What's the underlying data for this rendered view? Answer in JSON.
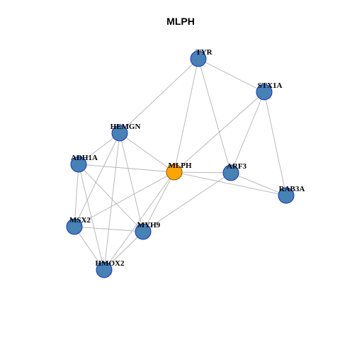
{
  "title": "MLPH",
  "colors": {
    "node_fill": "#4682B4",
    "node_stroke": "#1C2FCC",
    "center_fill": "#FFA500",
    "center_stroke": "#8B5A00",
    "edge": "#B3B3B3"
  },
  "nodes": [
    {
      "id": "TYR",
      "label": "TYR",
      "center": false
    },
    {
      "id": "STX1A",
      "label": "STX1A",
      "center": false
    },
    {
      "id": "HEMGN",
      "label": "HEMGN",
      "center": false
    },
    {
      "id": "ADH1A",
      "label": "ADH1A",
      "center": false
    },
    {
      "id": "MLPH",
      "label": "MLPH",
      "center": true
    },
    {
      "id": "ARF3",
      "label": "ARF3",
      "center": false
    },
    {
      "id": "RAB3A",
      "label": "RAB3A",
      "center": false
    },
    {
      "id": "MSX2",
      "label": "MSX2",
      "center": false
    },
    {
      "id": "MYH9",
      "label": "MYH9",
      "center": false
    },
    {
      "id": "HMOX2",
      "label": "HMOX2",
      "center": false
    }
  ],
  "edges": [
    [
      "TYR",
      "STX1A"
    ],
    [
      "TYR",
      "HEMGN"
    ],
    [
      "TYR",
      "MLPH"
    ],
    [
      "TYR",
      "ARF3"
    ],
    [
      "STX1A",
      "MLPH"
    ],
    [
      "STX1A",
      "ARF3"
    ],
    [
      "STX1A",
      "RAB3A"
    ],
    [
      "HEMGN",
      "ADH1A"
    ],
    [
      "HEMGN",
      "MLPH"
    ],
    [
      "HEMGN",
      "MSX2"
    ],
    [
      "HEMGN",
      "MYH9"
    ],
    [
      "HEMGN",
      "HMOX2"
    ],
    [
      "ADH1A",
      "MLPH"
    ],
    [
      "ADH1A",
      "MSX2"
    ],
    [
      "ADH1A",
      "MYH9"
    ],
    [
      "ADH1A",
      "HMOX2"
    ],
    [
      "MLPH",
      "ARF3"
    ],
    [
      "MLPH",
      "RAB3A"
    ],
    [
      "MLPH",
      "MSX2"
    ],
    [
      "MLPH",
      "MYH9"
    ],
    [
      "MLPH",
      "HMOX2"
    ],
    [
      "ARF3",
      "RAB3A"
    ],
    [
      "ARF3",
      "MYH9"
    ],
    [
      "MSX2",
      "MYH9"
    ],
    [
      "MSX2",
      "HMOX2"
    ],
    [
      "MYH9",
      "HMOX2"
    ]
  ]
}
